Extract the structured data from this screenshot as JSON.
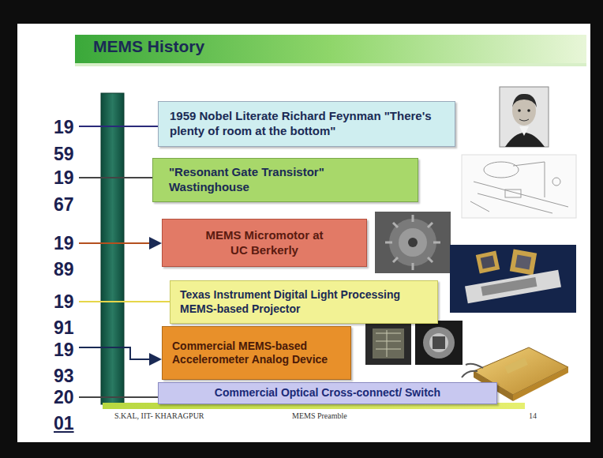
{
  "diagram": {
    "title": "MEMS History",
    "nodes": [
      {
        "text": [
          "1959 Nobel Literate Richard Feynman \"There's plenty of room at the bottom\""
        ]
      },
      {
        "text": [
          "\"Resonant Gate Transistor\" Wastinghouse"
        ]
      },
      {
        "text": [
          "MEMS Micromotor at UC Berkerly"
        ]
      },
      {
        "text": [
          "Texas Instrument Digital Light Processing MEMS-based Projector"
        ]
      },
      {
        "text": [
          "Commercial MEMS-based Accelerometer Analog Device"
        ]
      },
      {
        "text": [
          "Commercial Optical Cross-connect/ Switch"
        ]
      }
    ],
    "labels": [
      "19",
      "59",
      "19",
      "67",
      "19",
      "89",
      "19",
      "91",
      "19",
      "93",
      "20",
      "01",
      "S.KAL, IIT- KHARAGPUR",
      "MEMS Preamble",
      "14"
    ]
  }
}
